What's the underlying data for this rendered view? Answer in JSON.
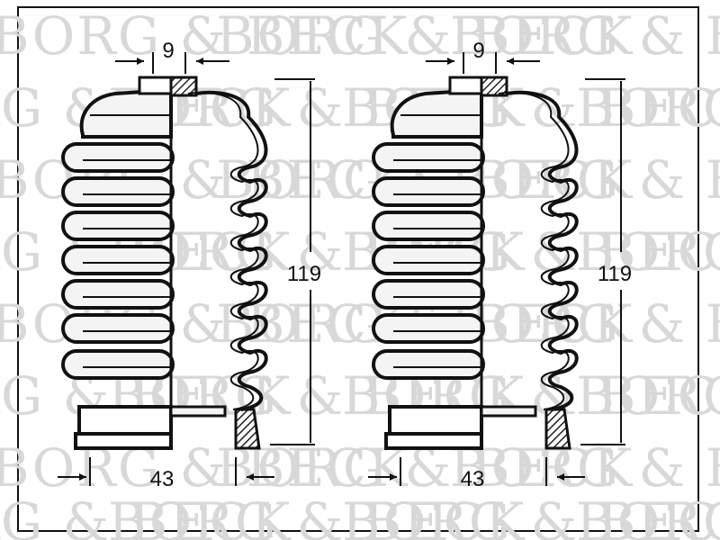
{
  "watermark": {
    "text": "BORG & BECK",
    "color": "#d8d8d8"
  },
  "parts": [
    {
      "name": "boot-left",
      "top_diameter": "9",
      "length": "119",
      "bottom_diameter": "43"
    },
    {
      "name": "boot-right",
      "top_diameter": "9",
      "length": "119",
      "bottom_diameter": "43"
    }
  ],
  "colors": {
    "line": "#111111",
    "background": "#ffffff",
    "hatch": "#222222"
  }
}
